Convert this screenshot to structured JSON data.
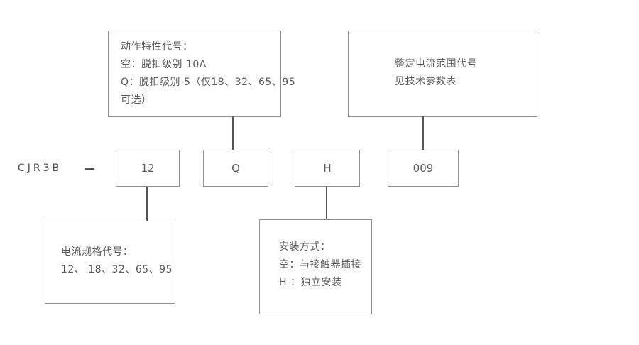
{
  "model": {
    "prefix": "CJR3B",
    "separator": "—"
  },
  "code_boxes": [
    {
      "name": "current-spec-code",
      "value": "12"
    },
    {
      "name": "action-characteristic-code",
      "value": "Q"
    },
    {
      "name": "mounting-code",
      "value": "H"
    },
    {
      "name": "setting-current-code",
      "value": "009"
    }
  ],
  "callouts": {
    "action_characteristic": {
      "lines": [
        "动作特性代号：",
        "空：脱扣级别 10A",
        "Q：脱扣级别 5（仅18、32、65、95",
        "可选）"
      ]
    },
    "setting_current_range": {
      "lines": [
        "整定电流范围代号",
        "见技术参数表"
      ]
    },
    "current_spec": {
      "lines": [
        "电流规格代号：",
        "12、 18、32、65、95"
      ]
    },
    "mounting_mode": {
      "lines": [
        "安装方式：",
        "空：与接触器插接",
        "H ：独立安装"
      ]
    }
  },
  "colors": {
    "background": "#ffffff",
    "border": "#8f8f8f",
    "connector": "#555555",
    "text": "#595959"
  }
}
